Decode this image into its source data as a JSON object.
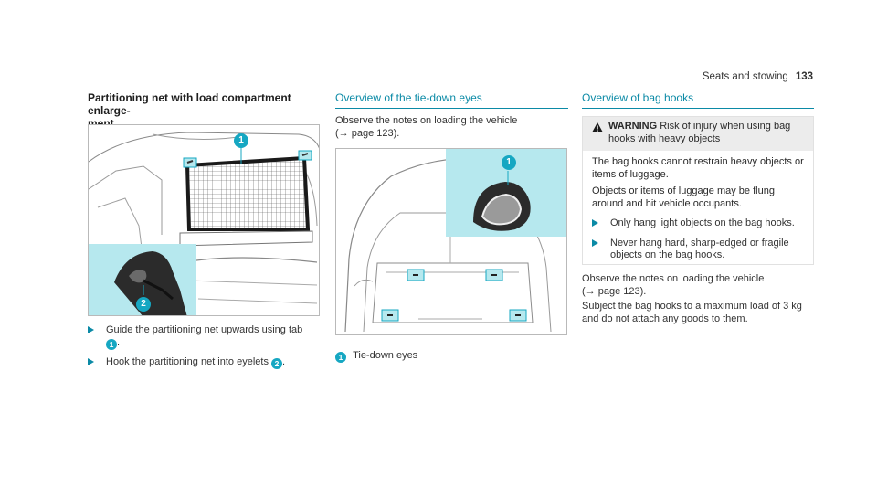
{
  "header": {
    "section": "Seats and stowing",
    "page": "133"
  },
  "col1": {
    "title": "Partitioning net with load compartment enlarge-\nment",
    "steps": [
      {
        "before": "Guide the partitioning net upwards using tab",
        "num": "1",
        "after": "."
      },
      {
        "before": "Hook the partitioning net into eyelets",
        "num": "2",
        "after": "."
      }
    ]
  },
  "col2": {
    "title": "Overview of the tie-down eyes",
    "intro_line1": "Observe the notes on loading the vehicle",
    "intro_line2": "(→ page 123).",
    "legend_num": "1",
    "legend_text": "Tie-down eyes"
  },
  "col3": {
    "title": "Overview of bag hooks",
    "warning": {
      "label": "WARNING",
      "lead": " Risk of injury when using bag hooks with heavy objects",
      "p1": "The bag hooks cannot restrain heavy objects or items of luggage.",
      "p2": "Objects or items of luggage may be flung around and hit vehicle occupants.",
      "steps": [
        "Only hang light objects on the bag hooks.",
        "Never hang hard, sharp-edged or fragile objects on the bag hooks."
      ]
    },
    "after_line1": "Observe the notes on loading the vehicle",
    "after_line2": "(→ page 123).",
    "after_p2": "Subject the bag hooks to a maximum load of 3 kg and do not attach any goods to them."
  },
  "figure_callouts": {
    "fig1_a": "1",
    "fig1_b": "2",
    "fig2_a": "1"
  },
  "colors": {
    "accent": "#0b8aa6",
    "callout": "#16a7c2",
    "inset": "#b6e8ee"
  }
}
